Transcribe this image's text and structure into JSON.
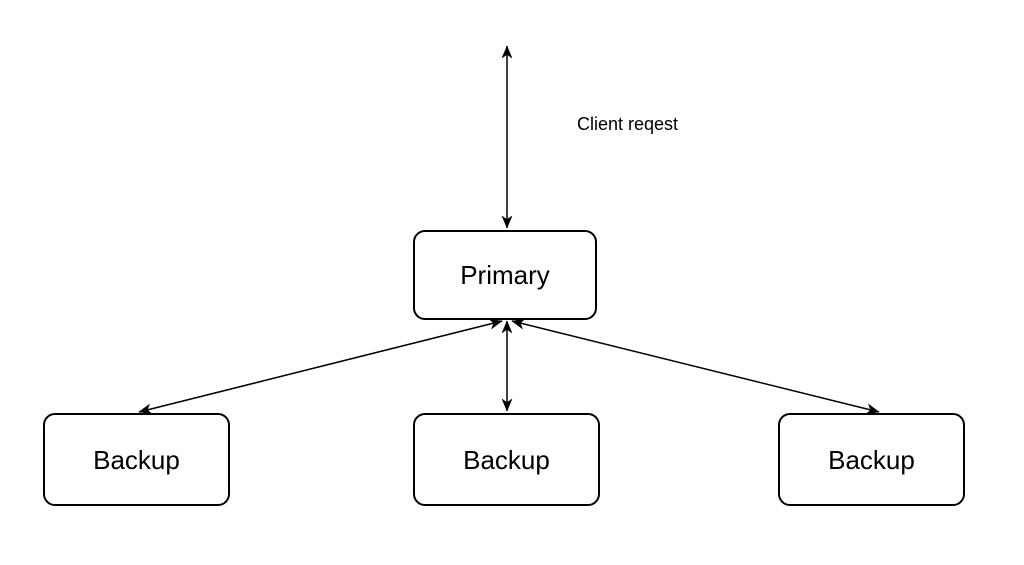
{
  "diagram": {
    "nodes": [
      {
        "id": "primary",
        "label": "Primary"
      },
      {
        "id": "backup-1",
        "label": "Backup"
      },
      {
        "id": "backup-2",
        "label": "Backup"
      },
      {
        "id": "backup-3",
        "label": "Backup"
      }
    ],
    "labels": {
      "client_request": "Client reqest"
    },
    "edges": [
      {
        "id": "client-primary",
        "from": "client",
        "to": "primary",
        "arrows": "both"
      },
      {
        "id": "primary-backup-1",
        "from": "primary",
        "to": "backup-1",
        "arrows": "both"
      },
      {
        "id": "primary-backup-2",
        "from": "primary",
        "to": "backup-2",
        "arrows": "both"
      },
      {
        "id": "primary-backup-3",
        "from": "primary",
        "to": "backup-3",
        "arrows": "both"
      }
    ],
    "colors": {
      "background": "#ffffff",
      "node_fill": "#ffffff",
      "node_border": "#000000",
      "connector": "#000000",
      "text": "#000000"
    }
  }
}
